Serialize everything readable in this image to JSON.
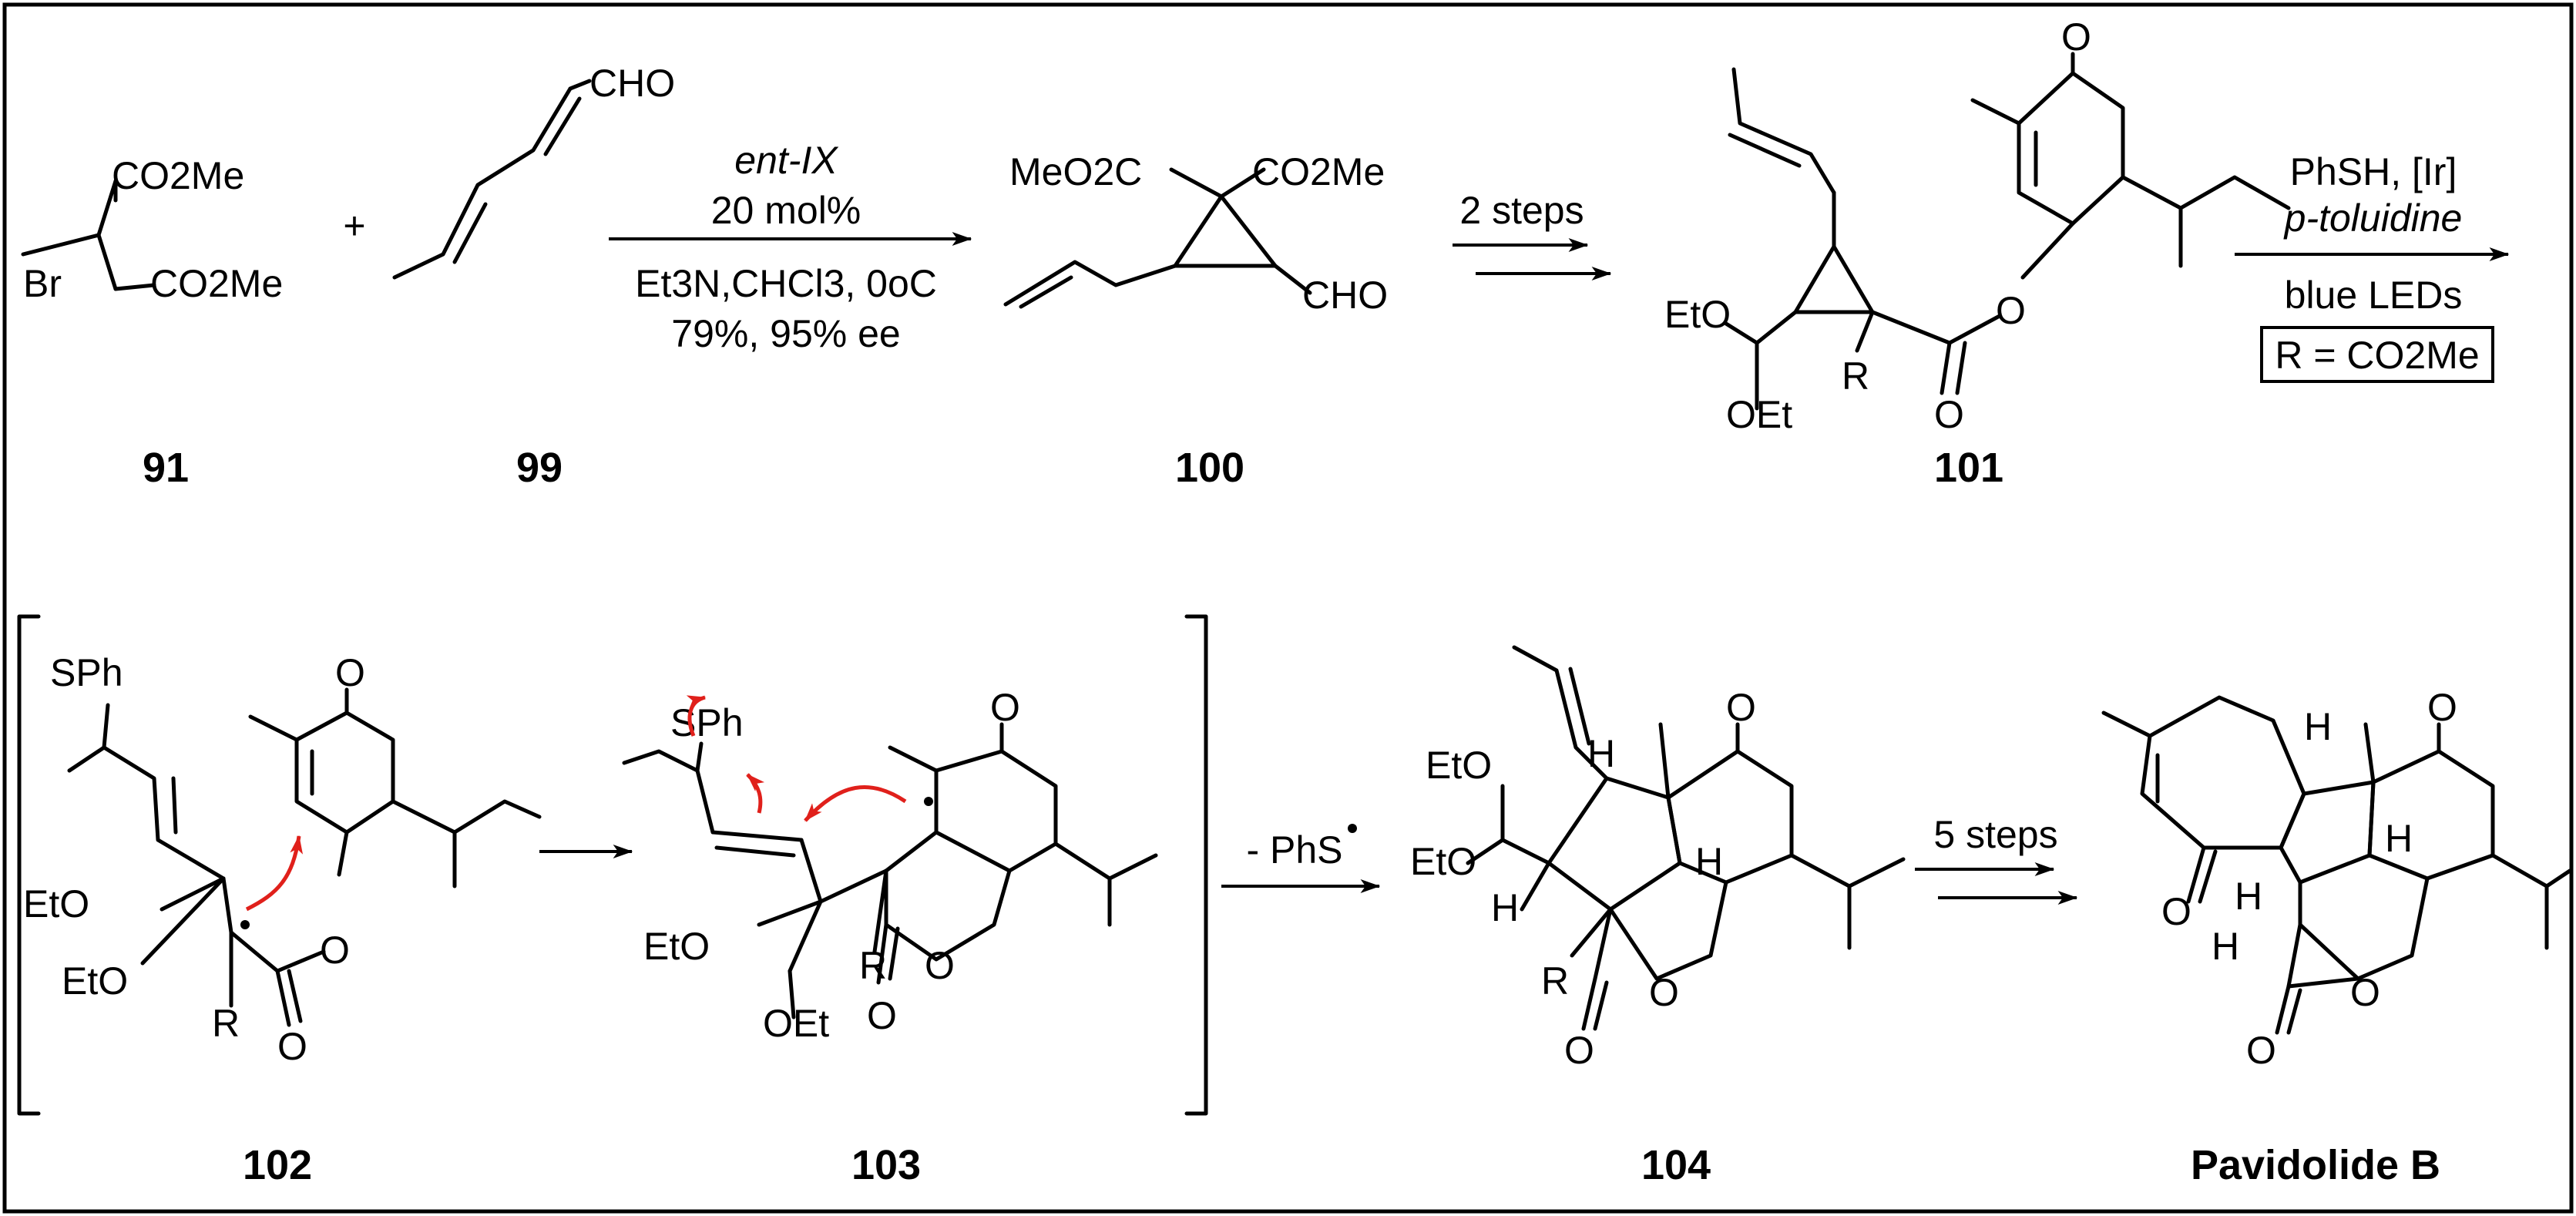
{
  "compounds": {
    "c91": {
      "number": "91",
      "co2me_top": "CO2Me",
      "co2me_bottom": "CO2Me",
      "br": "Br"
    },
    "c99": {
      "number": "99",
      "cho": "CHO"
    },
    "c100": {
      "number": "100",
      "meo2c": "MeO2C",
      "co2me": "CO2Me",
      "cho": "CHO"
    },
    "c101": {
      "number": "101",
      "o": "O",
      "eto": "EtO",
      "oet": "OEt",
      "r": "R",
      "ester_o": "O",
      "carbonyl_o": "O"
    },
    "c102": {
      "number": "102",
      "sph": "SPh",
      "o": "O",
      "eto1": "EtO",
      "eto2": "EtO",
      "r": "R",
      "ester_o": "O",
      "carbonyl_o": "O"
    },
    "c103": {
      "number": "103",
      "sph": "SPh",
      "o": "O",
      "eto": "EtO",
      "oet": "OEt",
      "r": "R",
      "ring_o": "O",
      "carbonyl_o": "O"
    },
    "c104": {
      "number": "104",
      "eto1": "EtO",
      "eto2": "EtO",
      "h1": "H",
      "h2": "H",
      "h3": "H",
      "o": "O",
      "r": "R",
      "ring_o": "O",
      "carbonyl_o": "O"
    },
    "pavidolide": {
      "number": "Pavidolide B",
      "h1": "H",
      "h2": "H",
      "h3": "H",
      "h4": "H",
      "o1": "O",
      "o2": "O",
      "ring_o": "O",
      "carbonyl_o": "O"
    }
  },
  "plus": "+",
  "arrows": {
    "a1": {
      "catalyst": "ent-IX",
      "loading": "20 mol%",
      "conditions": "Et3N,CHCl3, 0oC",
      "yield": "79%, 95% ee"
    },
    "a2": {
      "label": "2 steps"
    },
    "a3": {
      "reagent1": "PhSH, [Ir]",
      "reagent2": "p-toluidine",
      "light": "blue LEDs",
      "note": "R = CO2Me"
    },
    "a4": {
      "label": "- PhS"
    },
    "a5": {
      "label": "5 steps"
    }
  },
  "colors": {
    "ink": "#000000",
    "curly_arrow": "#e0201b",
    "background": "#ffffff"
  }
}
